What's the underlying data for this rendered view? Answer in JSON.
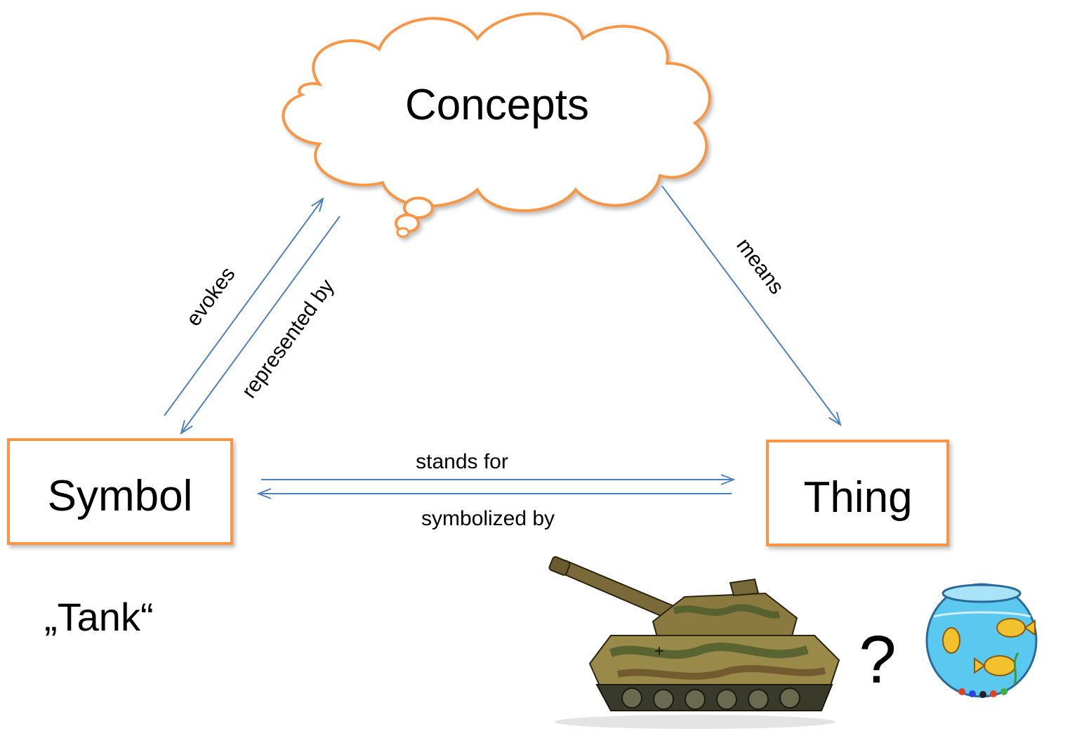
{
  "nodes": {
    "concepts": "Concepts",
    "symbol": "Symbol",
    "thing": "Thing"
  },
  "edges": {
    "evokes": "evokes",
    "represented_by": "represented by",
    "means": "means",
    "stands_for": "stands for",
    "symbolized_by": "symbolized by"
  },
  "example": {
    "word": "„Tank“",
    "question": "?"
  },
  "icons": {
    "tank": "tank-illustration",
    "fishbowl": "fishbowl-illustration"
  },
  "colors": {
    "box_border": "#f79646",
    "arrow": "#4f81bd"
  }
}
